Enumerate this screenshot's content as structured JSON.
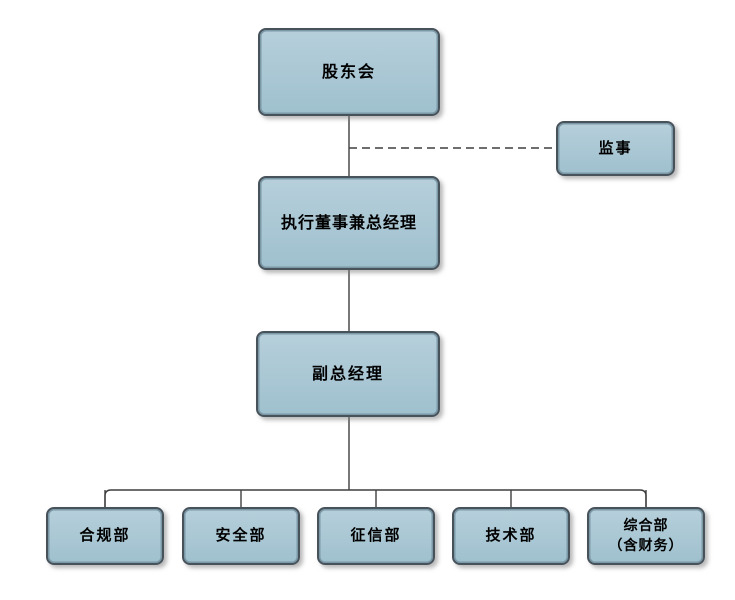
{
  "chart_type": "org-chart",
  "nodes": {
    "shareholders": {
      "label": "股东会"
    },
    "supervisor": {
      "label": "监事"
    },
    "executive_director": {
      "label": "执行董事兼总经理"
    },
    "deputy_general_manager": {
      "label": "副总经理"
    },
    "dept_compliance": {
      "label": "合规部"
    },
    "dept_security": {
      "label": "安全部"
    },
    "dept_credit": {
      "label": "征信部"
    },
    "dept_technology": {
      "label": "技术部"
    },
    "dept_general": {
      "label": "综合部",
      "sublabel": "（含财务）"
    }
  },
  "edges": [
    {
      "from": "shareholders",
      "to": "executive_director",
      "style": "solid"
    },
    {
      "from": "shareholders",
      "to": "supervisor",
      "style": "dashed"
    },
    {
      "from": "executive_director",
      "to": "deputy_general_manager",
      "style": "solid"
    },
    {
      "from": "deputy_general_manager",
      "to": "dept_compliance",
      "style": "solid"
    },
    {
      "from": "deputy_general_manager",
      "to": "dept_security",
      "style": "solid"
    },
    {
      "from": "deputy_general_manager",
      "to": "dept_credit",
      "style": "solid"
    },
    {
      "from": "deputy_general_manager",
      "to": "dept_technology",
      "style": "solid"
    },
    {
      "from": "deputy_general_manager",
      "to": "dept_general",
      "style": "solid"
    }
  ],
  "colors": {
    "box_fill": "#a8c6d3",
    "box_border": "#47525b",
    "box_inner_line": "#7b98a7",
    "connector_line": "#3f3f3f",
    "background": "#ffffff",
    "text": "#000000"
  }
}
